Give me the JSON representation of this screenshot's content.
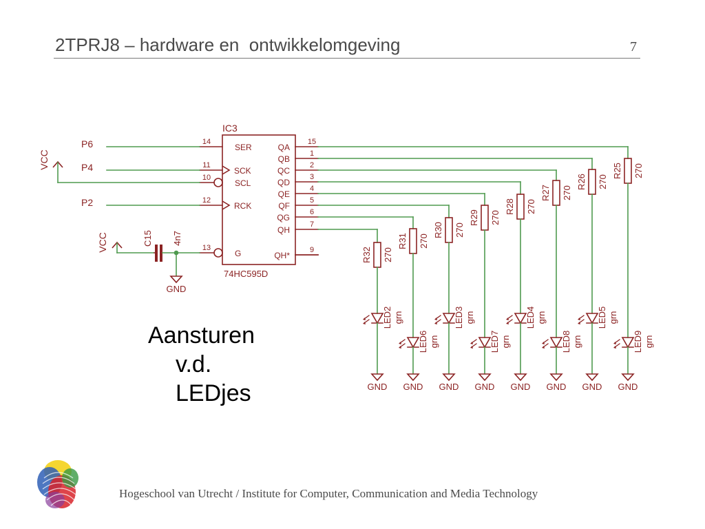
{
  "slide": {
    "title": "2TPRJ8 – hardware en  ontwikkelomgeving",
    "page_number": "7",
    "caption_lines": [
      "Aansturen",
      "v.d.",
      "LEDjes"
    ],
    "footer": "Hogeschool van Utrecht / Institute for Computer, Communication and Media Technology"
  },
  "schematic": {
    "ic": {
      "ref": "IC3",
      "part": "74HC595D",
      "left_pins": [
        {
          "num": "14",
          "name": "SER",
          "net": "P6"
        },
        {
          "num": "11",
          "name": "SCK",
          "net": "P4"
        },
        {
          "num": "10",
          "name": "SCL",
          "net": "VCC"
        },
        {
          "num": "12",
          "name": "RCK",
          "net": "P2"
        },
        {
          "num": "13",
          "name": "G",
          "net": ""
        }
      ],
      "right_pins": [
        {
          "num": "15",
          "name": "QA"
        },
        {
          "num": "1",
          "name": "QB"
        },
        {
          "num": "2",
          "name": "QC"
        },
        {
          "num": "3",
          "name": "QD"
        },
        {
          "num": "4",
          "name": "QE"
        },
        {
          "num": "5",
          "name": "QF"
        },
        {
          "num": "6",
          "name": "QG"
        },
        {
          "num": "7",
          "name": "QH"
        },
        {
          "num": "9",
          "name": "QH*"
        }
      ]
    },
    "nets": {
      "p6": "P6",
      "p4": "P4",
      "p2": "P2",
      "vcc": "VCC",
      "gnd": "GND"
    },
    "capacitor": {
      "ref": "C15",
      "value": "4n7"
    },
    "outputs": [
      {
        "resistor": "R32",
        "value": "270",
        "led": "LED2",
        "color": "grn"
      },
      {
        "resistor": "R31",
        "value": "270",
        "led": "LED6",
        "color": "grn"
      },
      {
        "resistor": "R30",
        "value": "270",
        "led": "LED3",
        "color": "grn"
      },
      {
        "resistor": "R29",
        "value": "270",
        "led": "LED7",
        "color": "grn"
      },
      {
        "resistor": "R28",
        "value": "270",
        "led": "LED4",
        "color": "grn"
      },
      {
        "resistor": "R27",
        "value": "270",
        "led": "LED8",
        "color": "grn"
      },
      {
        "resistor": "R26",
        "value": "270",
        "led": "LED5",
        "color": "grn"
      },
      {
        "resistor": "R25",
        "value": "270",
        "led": "LED9",
        "color": "grn"
      }
    ],
    "colors": {
      "wire": "#4f9a4f",
      "part": "#8b2323",
      "junction": "#4f9a4f"
    }
  }
}
